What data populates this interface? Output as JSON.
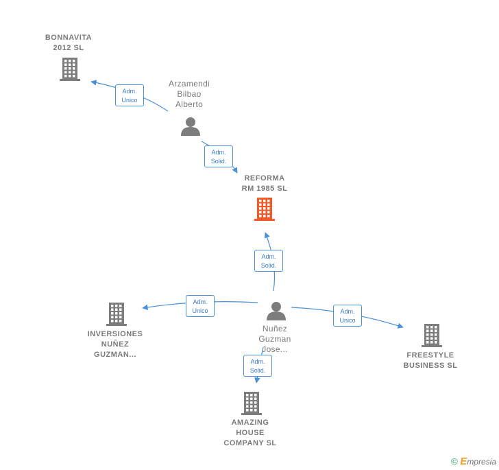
{
  "nodes": {
    "bonnavita": {
      "lines": [
        "BONNAVITA",
        "2012  SL"
      ],
      "type": "company"
    },
    "arzamendi": {
      "lines": [
        "Arzamendi",
        "Bilbao",
        "Alberto"
      ],
      "type": "person"
    },
    "reforma": {
      "lines": [
        "REFORMA",
        "RM 1985  SL"
      ],
      "type": "company",
      "focus": true
    },
    "inversiones": {
      "lines": [
        "INVERSIONES",
        "NUÑEZ",
        "GUZMAN..."
      ],
      "type": "company"
    },
    "nunez": {
      "lines": [
        "Nuñez",
        "Guzman",
        "Jose..."
      ],
      "type": "person"
    },
    "freestyle": {
      "lines": [
        "FREESTYLE",
        "BUSINESS  SL"
      ],
      "type": "company"
    },
    "amazing": {
      "lines": [
        "AMAZING",
        "HOUSE",
        "COMPANY  SL"
      ],
      "type": "company"
    }
  },
  "relations": [
    {
      "from": "arzamendi",
      "to": "bonnavita",
      "lines": [
        "Adm.",
        "Unico"
      ]
    },
    {
      "from": "arzamendi",
      "to": "reforma",
      "lines": [
        "Adm.",
        "Solid."
      ]
    },
    {
      "from": "nunez",
      "to": "reforma",
      "lines": [
        "Adm.",
        "Solid."
      ]
    },
    {
      "from": "nunez",
      "to": "inversiones",
      "lines": [
        "Adm.",
        "Unico"
      ]
    },
    {
      "from": "nunez",
      "to": "freestyle",
      "lines": [
        "Adm.",
        "Unico"
      ]
    },
    {
      "from": "nunez",
      "to": "amazing",
      "lines": [
        "Adm.",
        "Solid."
      ]
    }
  ],
  "colors": {
    "company": "#7d7d7d",
    "focus_company": "#f05a28",
    "person": "#7d7d7d",
    "edge": "#4a90d9"
  },
  "footer": {
    "copyright": "©",
    "brand_initial": "E",
    "brand_rest": "mpresia"
  }
}
